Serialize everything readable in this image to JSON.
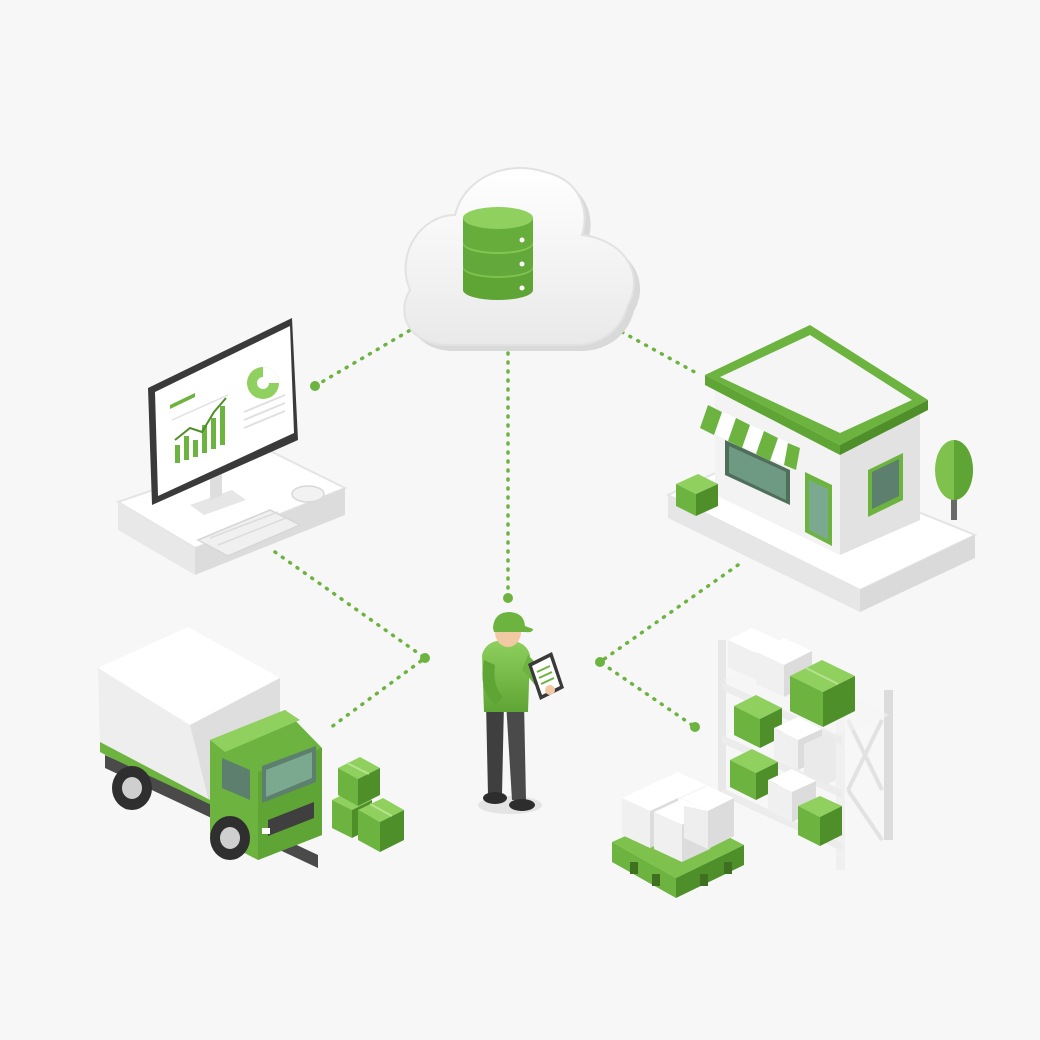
{
  "colors": {
    "background": "#f7f7f7",
    "accent": "#6cb33f",
    "accent_dark": "#4f8f2a",
    "accent_light": "#8fd05e",
    "white": "#ffffff",
    "light_gray": "#e6e6e6",
    "mid_gray": "#cfcfcf",
    "dark": "#3a3a3a",
    "skin": "#f1c9a5",
    "connector": "#6cb33f"
  },
  "diagram": {
    "nodes": [
      {
        "id": "cloud-database",
        "icon": "cloud-database-icon"
      },
      {
        "id": "analytics-computer",
        "icon": "desktop-computer-icon"
      },
      {
        "id": "retail-store",
        "icon": "storefront-icon"
      },
      {
        "id": "worker-with-tablet",
        "icon": "person-tablet-icon"
      },
      {
        "id": "delivery-truck",
        "icon": "truck-icon"
      },
      {
        "id": "warehouse-shelving",
        "icon": "warehouse-shelf-icon"
      }
    ],
    "edges": [
      {
        "from": "cloud-database",
        "to": "analytics-computer"
      },
      {
        "from": "cloud-database",
        "to": "retail-store"
      },
      {
        "from": "cloud-database",
        "to": "worker-with-tablet"
      },
      {
        "from": "analytics-computer",
        "to": "delivery-truck"
      },
      {
        "from": "retail-store",
        "to": "warehouse-shelving"
      }
    ]
  }
}
